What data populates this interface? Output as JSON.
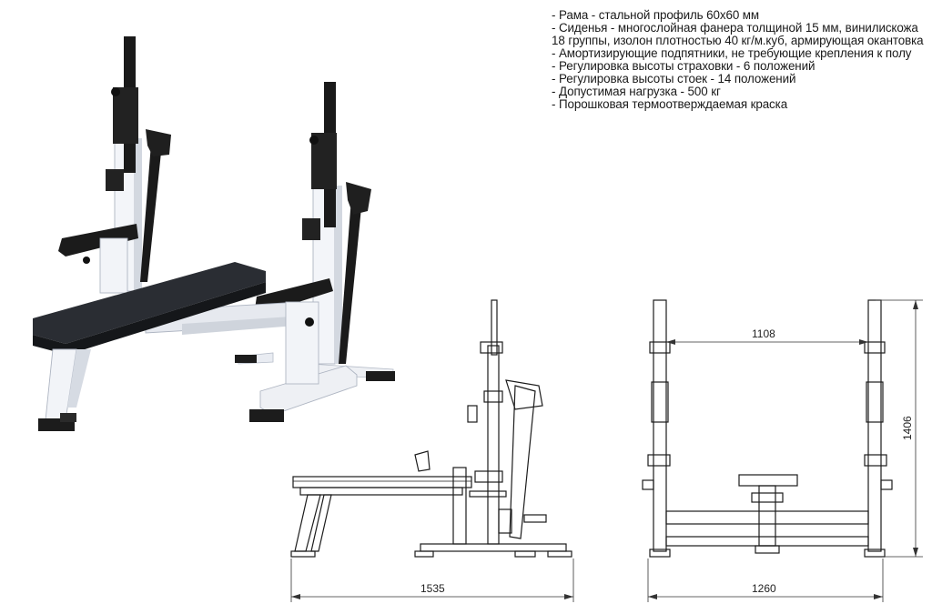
{
  "specs": [
    "- Рама - стальной профиль 60х60 мм",
    "- Сиденья - многослойная фанера толщиной 15 мм, винилискожа 18 группы, изолон плотностью 40 кг/м.куб, армирующая окантовка",
    "- Амортизирующие подпятники, не требующие крепления к полу",
    "- Регулировка высоты страховки - 6 положений",
    "- Регулировка высоты стоек - 14 положений",
    "- Допустимая нагрузка - 500 кг",
    "- Порошковая термоотверждаемая краска"
  ],
  "dimensions": {
    "side_length": "1535",
    "front_width": "1260",
    "inner_width": "1108",
    "height": "1406"
  },
  "colors": {
    "frame": "#f2f4f8",
    "frame_shadow": "#c9ced8",
    "dark_parts": "#1b1b1b",
    "seat": "#2a2d33"
  }
}
